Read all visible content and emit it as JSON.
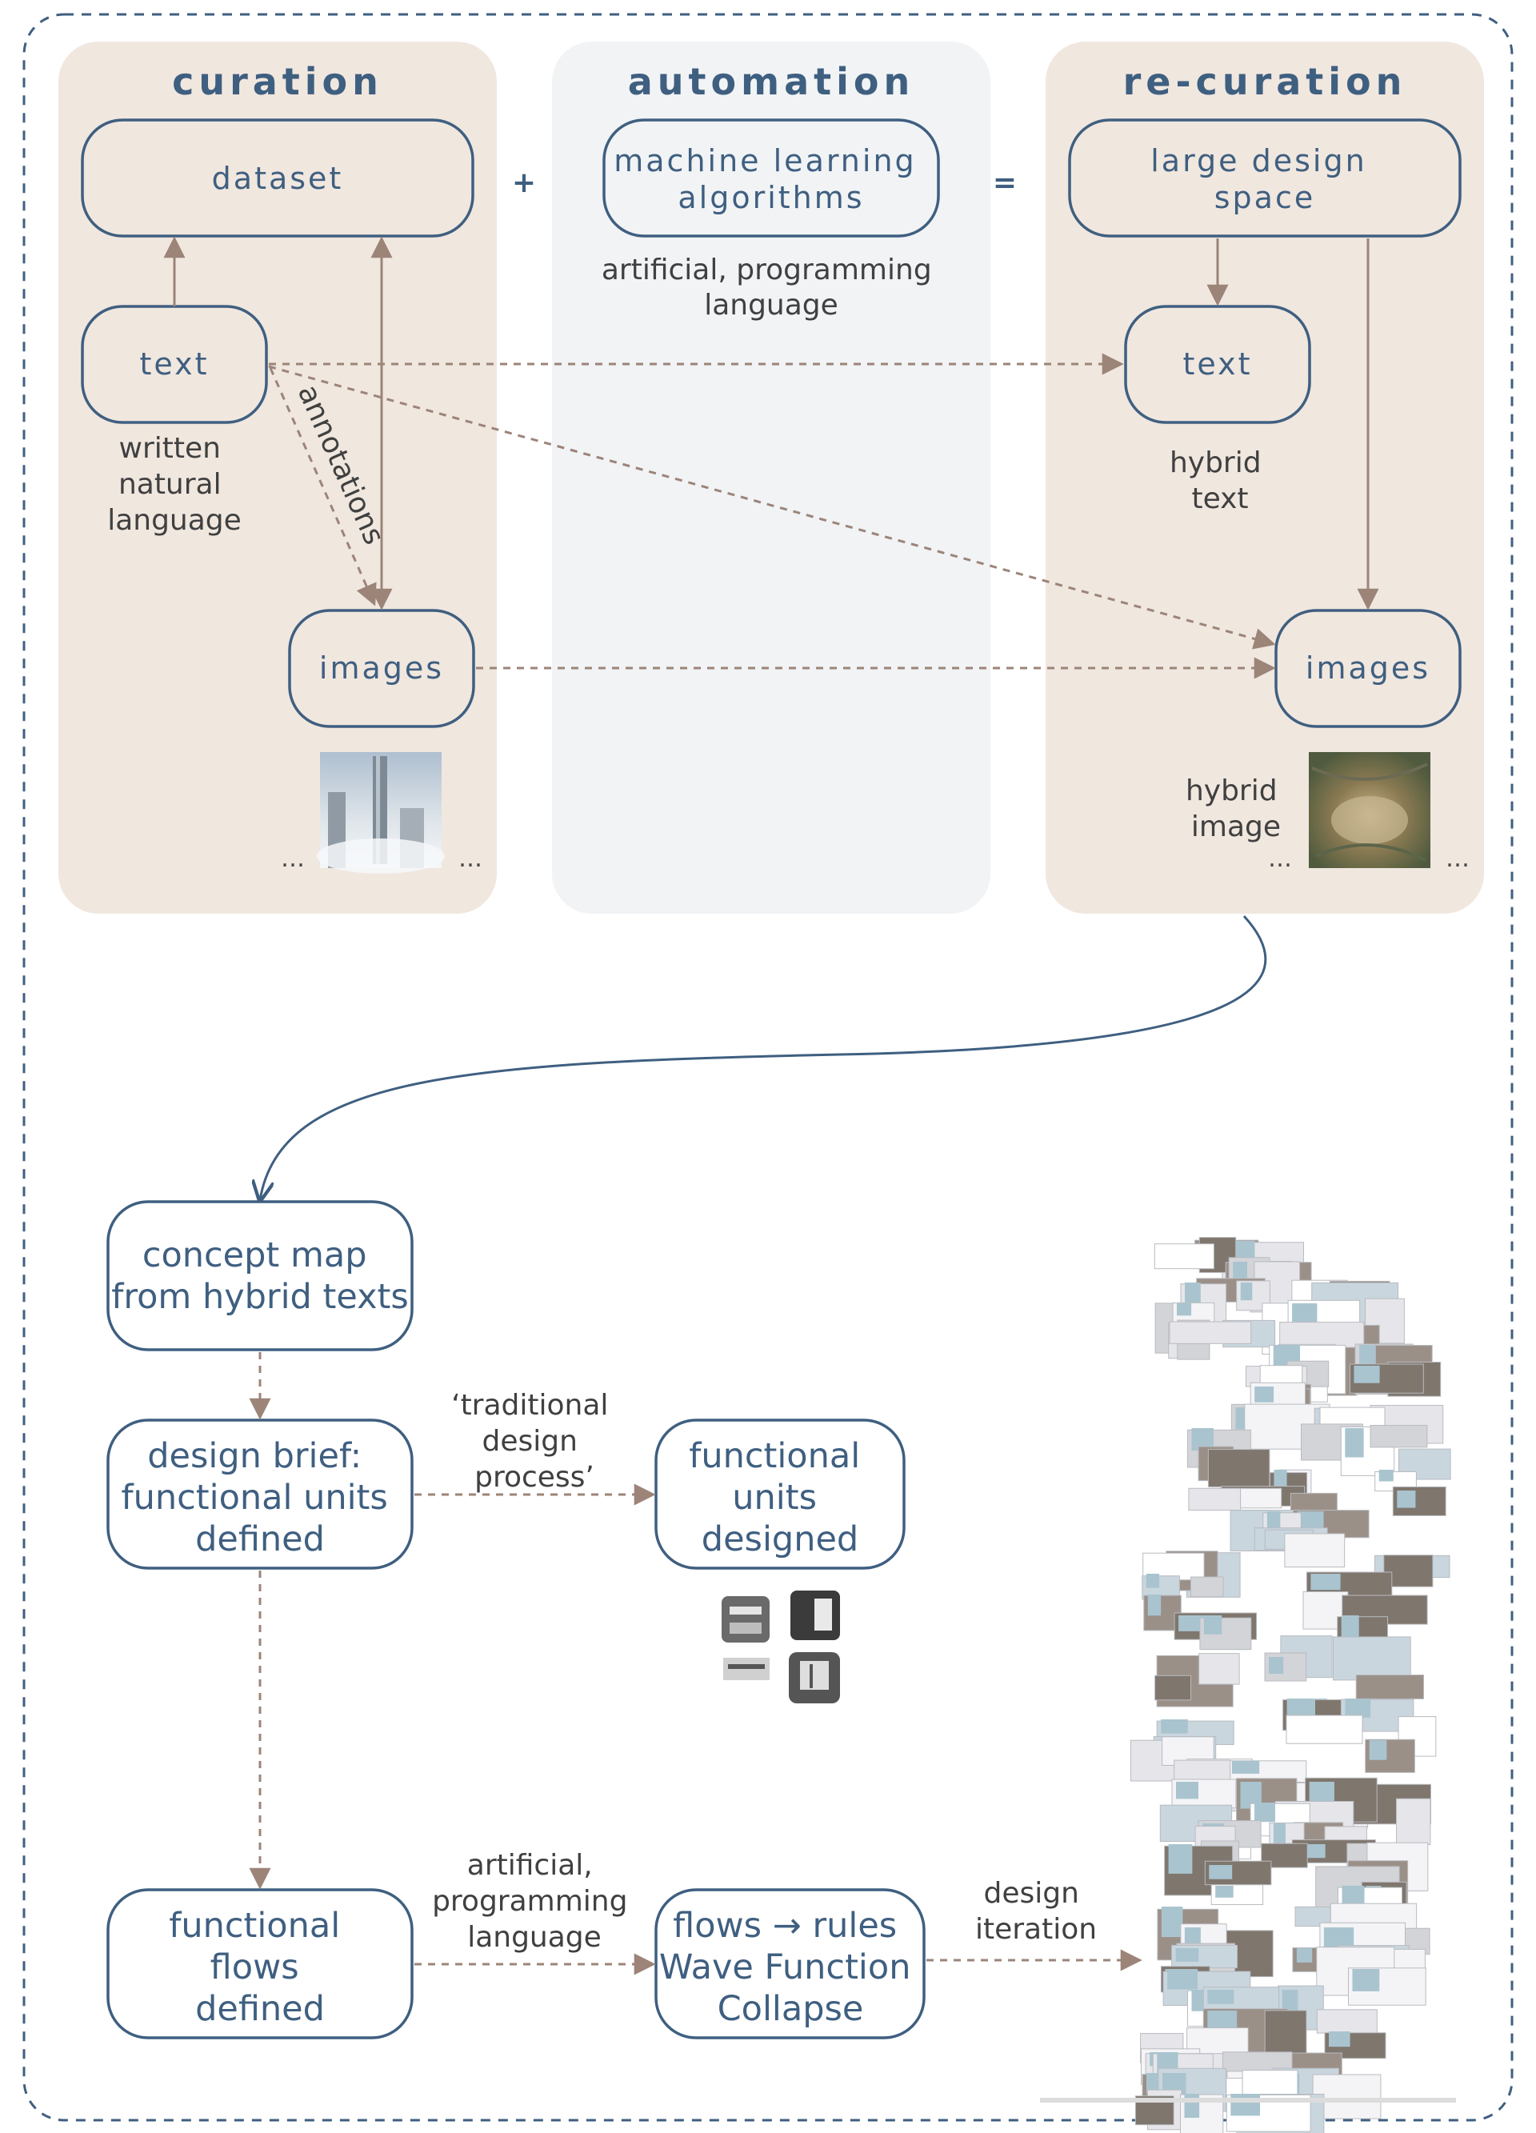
{
  "panels": {
    "curation": {
      "title": "curation",
      "color": "#f0e7df"
    },
    "automation": {
      "title": "automation",
      "color": "#f1f3f5"
    },
    "recuration": {
      "title": "re-curation",
      "color": "#f0e7df"
    }
  },
  "operators": {
    "plus": "+",
    "equals": "="
  },
  "curation": {
    "dataset": "dataset",
    "text": "text",
    "images": "images",
    "text_note": [
      "written",
      "natural",
      "language"
    ],
    "annotations_label": "annotations",
    "ellipsis": "…"
  },
  "automation": {
    "box": [
      "machine learning",
      "algorithms"
    ],
    "note": [
      "artificial, programming",
      "language"
    ]
  },
  "recuration": {
    "box": [
      "large design",
      "space"
    ],
    "text": "text",
    "text_note": [
      "hybrid",
      "text"
    ],
    "images": "images",
    "image_note": [
      "hybrid",
      "image"
    ],
    "ellipsis": "…"
  },
  "flow": {
    "concept_map": [
      "concept map",
      "from hybrid texts"
    ],
    "design_brief": [
      "design brief:",
      "functional units",
      "defined"
    ],
    "functional_units": [
      "functional",
      "units",
      "designed"
    ],
    "functional_flows": [
      "functional",
      "flows",
      "defined"
    ],
    "wfc": [
      "flows → rules",
      "Wave Function",
      "Collapse"
    ],
    "traditional_label": [
      "‘traditional",
      "design",
      "process’"
    ],
    "programming_label": [
      "artificial,",
      "programming",
      "language"
    ],
    "iteration_label": [
      "design",
      "iteration"
    ]
  },
  "colors": {
    "box_stroke": "#3f5f80",
    "arrow": "#9c8478",
    "frame_dash": "#3f5f80"
  }
}
